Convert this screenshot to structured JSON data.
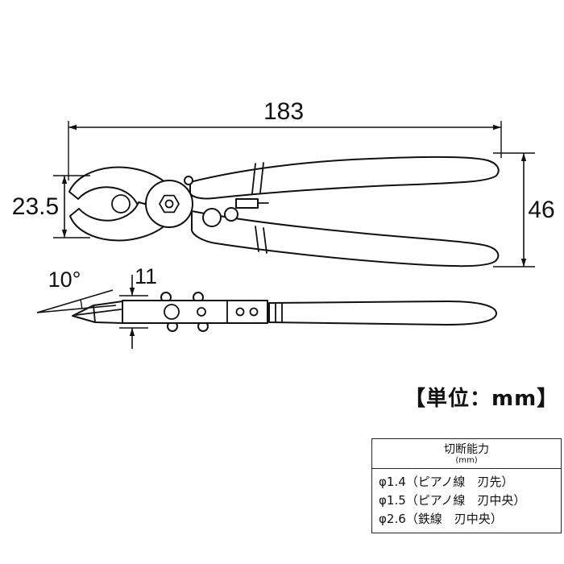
{
  "colors": {
    "ink": "#111111",
    "background": "#ffffff"
  },
  "drawing": {
    "dim_length": "183",
    "dim_head_height": "23.5",
    "dim_handle_height": "46",
    "dim_blade_angle": "10°",
    "dim_thickness": "11",
    "unit_label": "【単位：mm】"
  },
  "spec_table": {
    "title": "切断能力",
    "unit": "(mm)",
    "rows": [
      "φ1.4（ピアノ線　刃先）",
      "φ1.5（ピアノ線　刃中央）",
      "φ2.6（鉄線　刃中央）"
    ]
  }
}
